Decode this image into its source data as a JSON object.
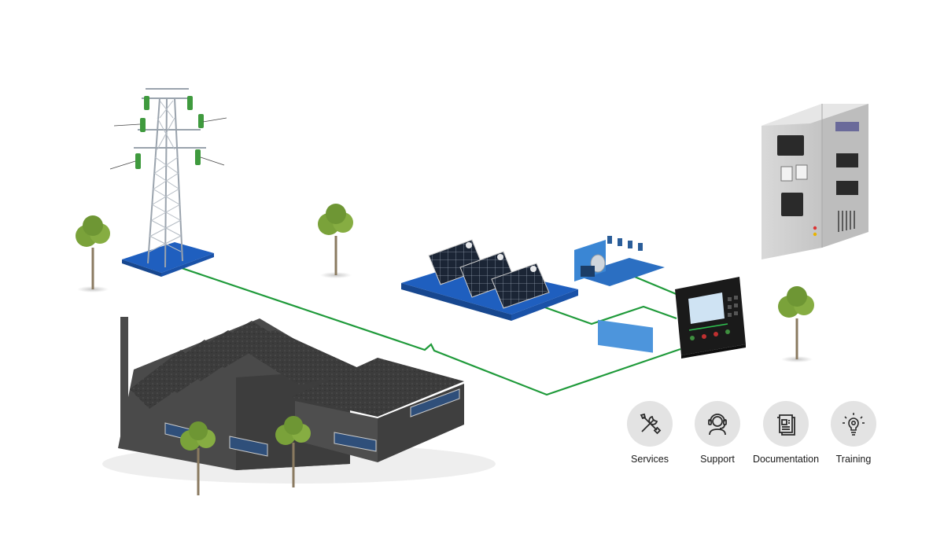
{
  "colors": {
    "connection_line": "#1f9a3a",
    "platform_blue": "#1f5fbf",
    "icon_circle": "#e3e3e3",
    "icon_stroke": "#2b2b2b",
    "controller_screen": "#cfe3f3",
    "factory_roof": "#3a3a3a",
    "tree_leaves": "#7aa23a"
  },
  "services": [
    {
      "label": "Services",
      "icon": "tools-icon"
    },
    {
      "label": "Support",
      "icon": "headset-icon"
    },
    {
      "label": "Documentation",
      "icon": "document-icon"
    },
    {
      "label": "Training",
      "icon": "lightbulb-gear-icon"
    }
  ]
}
